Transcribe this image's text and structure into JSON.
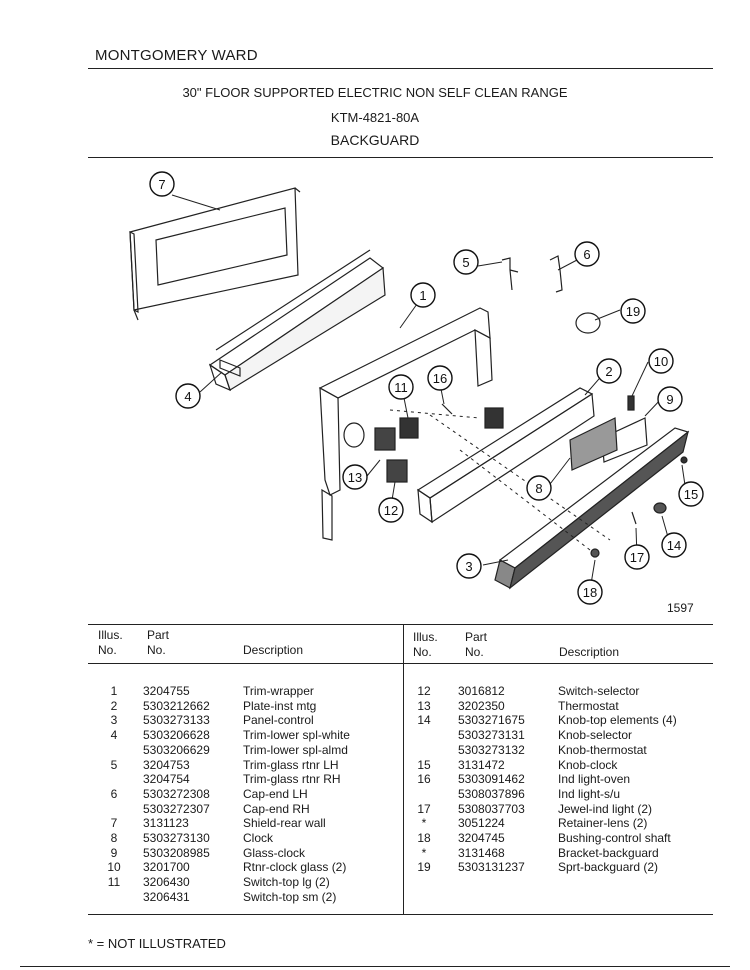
{
  "header": {
    "brand": "MONTGOMERY WARD",
    "title": "30\" FLOOR SUPPORTED ELECTRIC NON SELF CLEAN RANGE",
    "model": "KTM-4821-80A",
    "section": "BACKGUARD"
  },
  "diagram": {
    "figure_number": "1597",
    "callouts": [
      "1",
      "2",
      "3",
      "4",
      "5",
      "6",
      "7",
      "8",
      "9",
      "10",
      "11",
      "12",
      "13",
      "14",
      "15",
      "16",
      "17",
      "18",
      "19"
    ]
  },
  "table": {
    "headers": {
      "illus": "Illus.",
      "no": "No.",
      "part": "Part",
      "part_no": "No.",
      "description": "Description"
    },
    "left_rows": [
      {
        "illus": "1",
        "part": "3204755",
        "desc": "Trim-wrapper"
      },
      {
        "illus": "2",
        "part": "5303212662",
        "desc": "Plate-inst mtg"
      },
      {
        "illus": "3",
        "part": "5303273133",
        "desc": "Panel-control"
      },
      {
        "illus": "4",
        "part": "5303206628",
        "desc": "Trim-lower spl-white"
      },
      {
        "illus": "",
        "part": "5303206629",
        "desc": "Trim-lower spl-almd"
      },
      {
        "illus": "5",
        "part": "3204753",
        "desc": "Trim-glass rtnr LH"
      },
      {
        "illus": "",
        "part": "3204754",
        "desc": "Trim-glass rtnr RH"
      },
      {
        "illus": "6",
        "part": "5303272308",
        "desc": "Cap-end LH"
      },
      {
        "illus": "",
        "part": "5303272307",
        "desc": "Cap-end RH"
      },
      {
        "illus": "7",
        "part": "3131123",
        "desc": "Shield-rear wall"
      },
      {
        "illus": "8",
        "part": "5303273130",
        "desc": "Clock"
      },
      {
        "illus": "9",
        "part": "5303208985",
        "desc": "Glass-clock"
      },
      {
        "illus": "10",
        "part": "3201700",
        "desc": "Rtnr-clock glass (2)"
      },
      {
        "illus": "11",
        "part": "3206430",
        "desc": "Switch-top lg (2)"
      },
      {
        "illus": "",
        "part": "3206431",
        "desc": "Switch-top sm (2)"
      }
    ],
    "right_rows": [
      {
        "illus": "12",
        "part": "3016812",
        "desc": "Switch-selector"
      },
      {
        "illus": "13",
        "part": "3202350",
        "desc": "Thermostat"
      },
      {
        "illus": "14",
        "part": "5303271675",
        "desc": "Knob-top elements (4)"
      },
      {
        "illus": "",
        "part": "5303273131",
        "desc": "Knob-selector"
      },
      {
        "illus": "",
        "part": "5303273132",
        "desc": "Knob-thermostat"
      },
      {
        "illus": "15",
        "part": "3131472",
        "desc": "Knob-clock"
      },
      {
        "illus": "16",
        "part": "5303091462",
        "desc": "Ind light-oven"
      },
      {
        "illus": "",
        "part": "5308037896",
        "desc": "Ind light-s/u"
      },
      {
        "illus": "17",
        "part": "5308037703",
        "desc": "Jewel-ind light (2)"
      },
      {
        "illus": "*",
        "part": "3051224",
        "desc": "Retainer-lens (2)"
      },
      {
        "illus": "18",
        "part": "3204745",
        "desc": "Bushing-control shaft"
      },
      {
        "illus": "*",
        "part": "3131468",
        "desc": "Bracket-backguard"
      },
      {
        "illus": "19",
        "part": "5303131237",
        "desc": "Sprt-backguard (2)"
      }
    ]
  },
  "footer": {
    "footnote": "* = NOT ILLUSTRATED"
  }
}
